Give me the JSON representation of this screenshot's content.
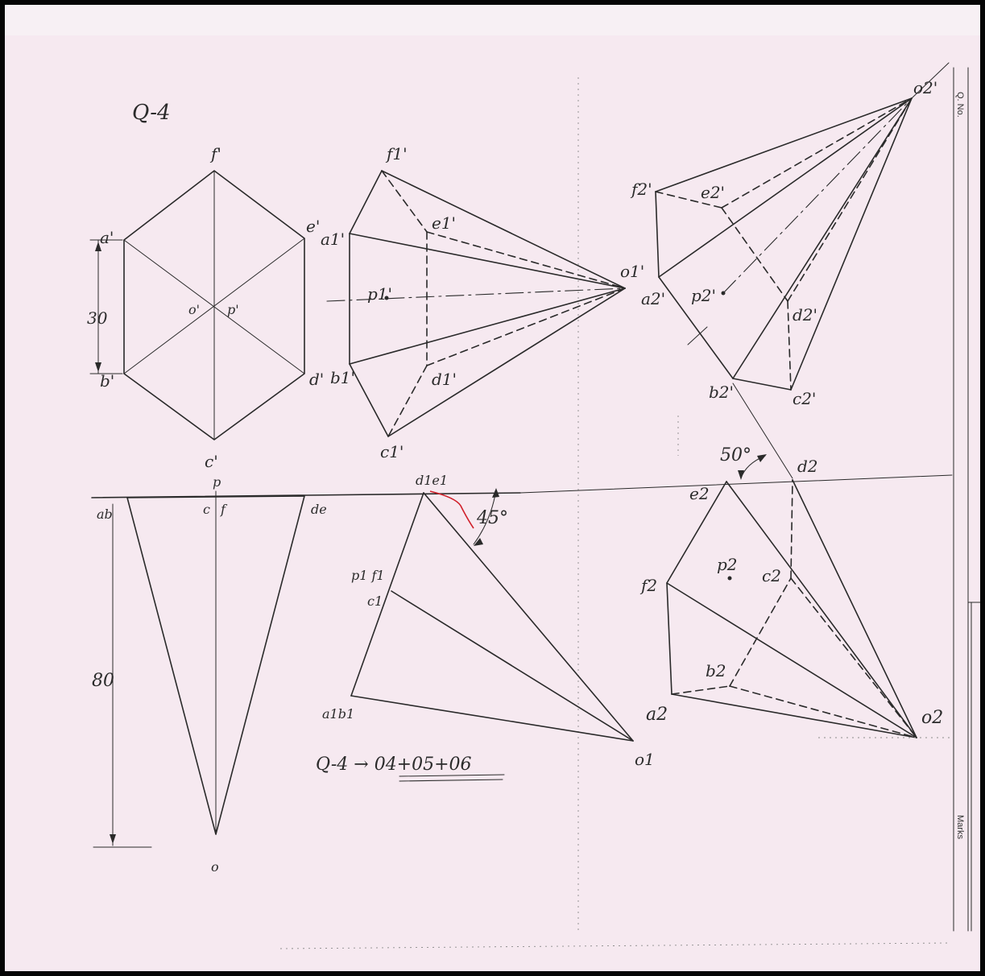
{
  "sheet": {
    "question_label": "Q-4",
    "answer_note": "Q-4 → 04+05+06",
    "margin_labels": {
      "q_no": "Q. No.",
      "marks": "Marks"
    }
  },
  "dims": {
    "height_30": "30",
    "length_80": "80",
    "angle_45": "45°",
    "angle_50": "50°"
  },
  "ink_color": "#2a2a2a",
  "paper_color": "#f6e9f0",
  "highlight_color": "#d0202a",
  "view1": {
    "front_labels": {
      "f": "f'",
      "a": "a'",
      "e": "e'",
      "o": "o'",
      "p": "p'",
      "b": "b'",
      "d": "d'",
      "c": "c'"
    },
    "top_labels": {
      "ab": "ab",
      "c": "c",
      "f": "f",
      "p": "p",
      "de": "de",
      "o": "o"
    }
  },
  "view2": {
    "front_labels": {
      "f1": "f1'",
      "e1": "e1'",
      "a1": "a1'",
      "o1": "o1'",
      "p1": "p1'",
      "b1": "b1'",
      "d1": "d1'",
      "c1": "c1'"
    },
    "top_labels": {
      "d1e1": "d1e1",
      "p1f1": "p1 f1",
      "c1": "c1",
      "a1b1": "a1b1",
      "o1": "o1"
    }
  },
  "view3": {
    "front_labels": {
      "o2": "o2'",
      "f2": "f2'",
      "e2": "e2'",
      "a2": "a2'",
      "p2": "p2'",
      "d2": "d2'",
      "b2": "b2'",
      "c2": "c2'"
    },
    "top_labels": {
      "e2": "e2",
      "d2": "d2",
      "p2": "p2",
      "c2": "c2",
      "f2": "f2",
      "b2": "b2",
      "a2": "a2",
      "o2": "o2"
    }
  }
}
